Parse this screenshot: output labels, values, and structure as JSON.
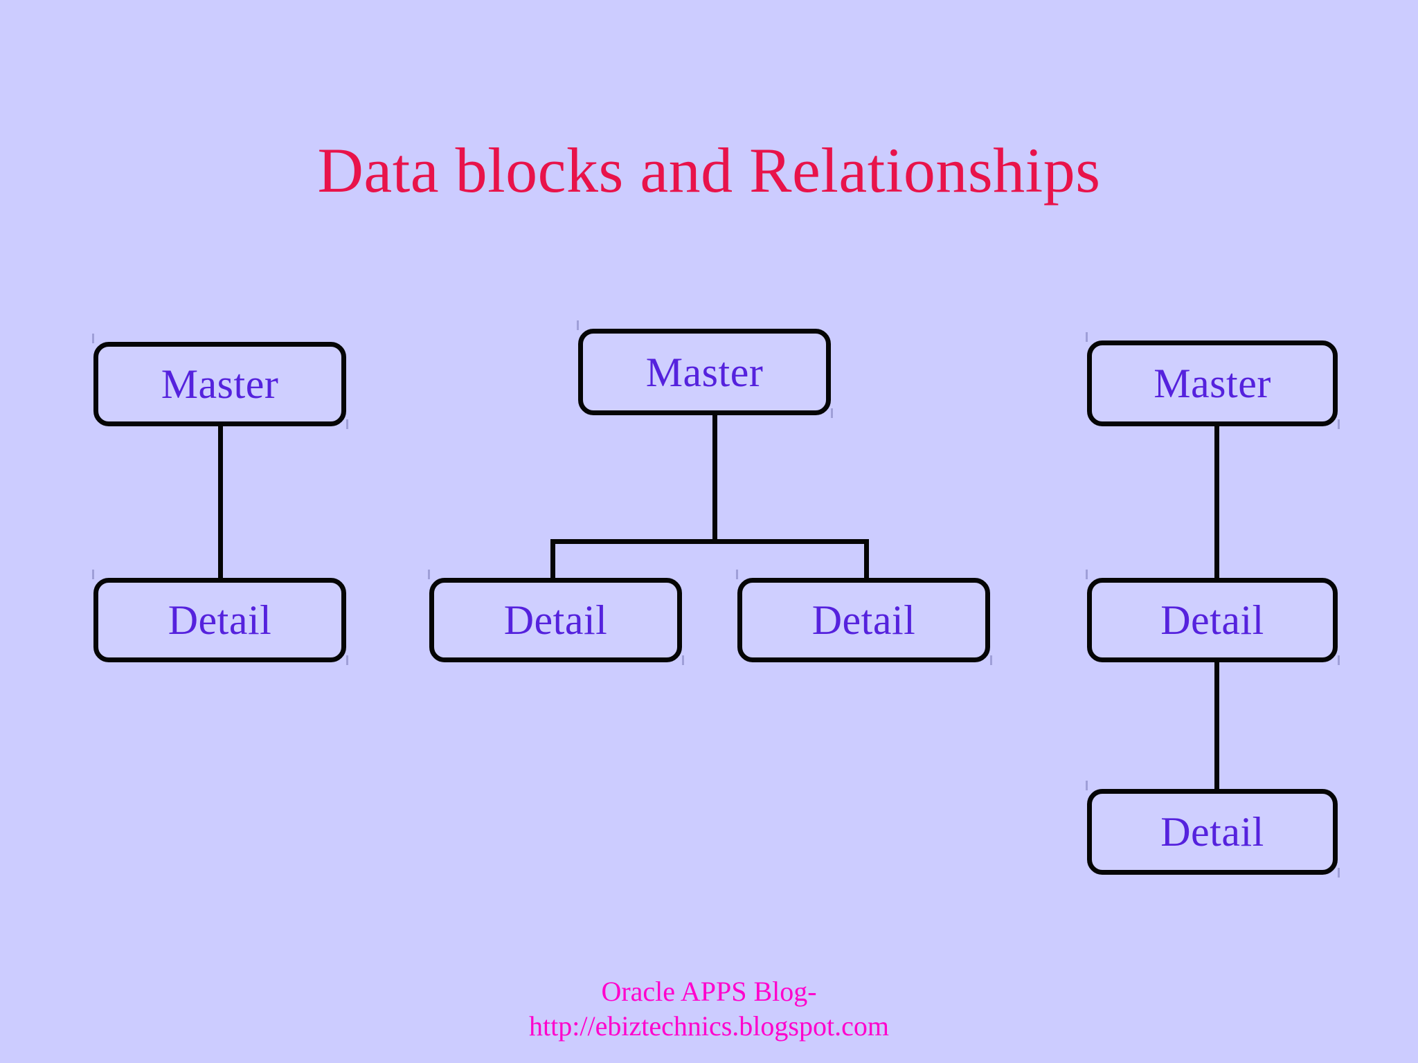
{
  "slide": {
    "title": "Data blocks and Relationships",
    "background_color": "#ccccff",
    "title_color": "#e8134a",
    "node_fill_color": "#cfcfff",
    "node_border_color": "#050505",
    "node_text_color": "#5522dd",
    "footer_color": "#ff00cc"
  },
  "diagram": {
    "type": "relationship-diagram",
    "groups": [
      {
        "name": "one-to-one-relationship",
        "nodes": [
          {
            "id": "g1-master",
            "label": "Master",
            "role": "master"
          },
          {
            "id": "g1-detail",
            "label": "Detail",
            "role": "detail"
          }
        ],
        "edges": [
          {
            "from": "g1-master",
            "to": "g1-detail"
          }
        ]
      },
      {
        "name": "one-to-many-relationship",
        "nodes": [
          {
            "id": "g2-master",
            "label": "Master",
            "role": "master"
          },
          {
            "id": "g2-detail-left",
            "label": "Detail",
            "role": "detail"
          },
          {
            "id": "g2-detail-right",
            "label": "Detail",
            "role": "detail"
          }
        ],
        "edges": [
          {
            "from": "g2-master",
            "to": "g2-detail-left"
          },
          {
            "from": "g2-master",
            "to": "g2-detail-right"
          }
        ]
      },
      {
        "name": "chained-relationship",
        "nodes": [
          {
            "id": "g3-master",
            "label": "Master",
            "role": "master"
          },
          {
            "id": "g3-detail-mid",
            "label": "Detail",
            "role": "detail"
          },
          {
            "id": "g3-detail-bottom",
            "label": "Detail",
            "role": "detail"
          }
        ],
        "edges": [
          {
            "from": "g3-master",
            "to": "g3-detail-mid"
          },
          {
            "from": "g3-detail-mid",
            "to": "g3-detail-bottom"
          }
        ]
      }
    ]
  },
  "footer": {
    "line1": "Oracle APPS Blog-",
    "line2": "http://ebiztechnics.blogspot.com"
  }
}
